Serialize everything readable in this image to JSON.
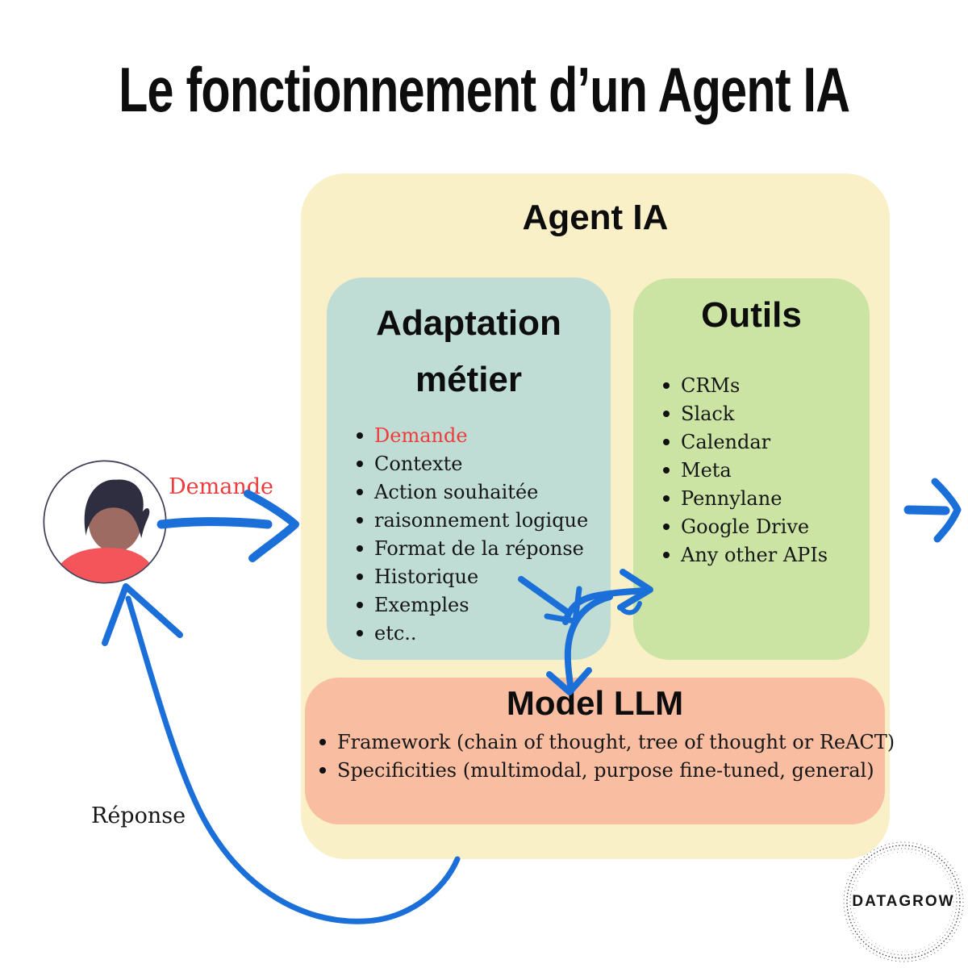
{
  "title": "Le fonctionnement d’un Agent IA",
  "colors": {
    "yellow": "#FAF0C8",
    "teal": "#BFDCD5",
    "green": "#CBE4A4",
    "salmon": "#F9BDA2",
    "blue": "#1B6FD8",
    "red": "#EE3B3B"
  },
  "agent_box": {
    "title": "Agent IA"
  },
  "adaptation_box": {
    "title": "Adaptation métier",
    "items": [
      "Demande",
      "Contexte",
      "Action souhaitée",
      "raisonnement logique",
      "Format de la réponse",
      "Historique",
      "Exemples",
      "etc.."
    ]
  },
  "outils_box": {
    "title": "Outils",
    "items": [
      "CRMs",
      "Slack",
      "Calendar",
      "Meta",
      "Pennylane",
      "Google Drive",
      "Any other APIs"
    ]
  },
  "model_box": {
    "title": "Model LLM",
    "items": [
      "Framework (chain of thought, tree of thought or ReACT)",
      "Specificities (multimodal, purpose fine-tuned, general)"
    ]
  },
  "labels": {
    "demande": "Demande",
    "reponse": "Réponse"
  },
  "logo": {
    "text": "DATAGROW"
  }
}
